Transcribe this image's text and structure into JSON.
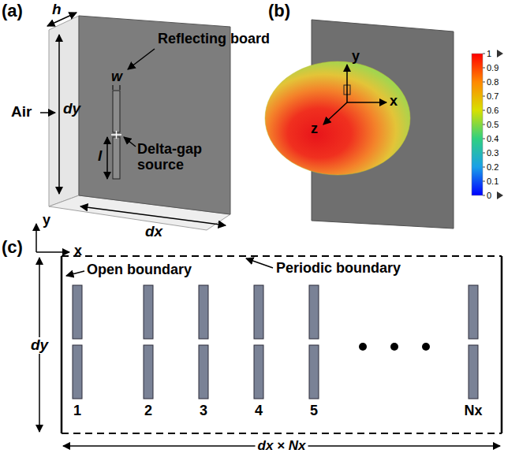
{
  "diagram": {
    "labels": [
      "(a)",
      "h",
      "Air",
      "Reflecting board",
      "dy",
      "w",
      "Delta-gap source",
      "l",
      "y",
      "x",
      "dx",
      "(b)",
      "y",
      "x",
      "z",
      "1",
      "0.9",
      "0.8",
      "0.7",
      "0.6",
      "0.5",
      "0.4",
      "0.3",
      "0.2",
      "0.1",
      "0",
      "(c)",
      "Open boundary",
      "Periodic boundary",
      "dy",
      "1",
      "2",
      "3",
      "4",
      "5",
      "Nx",
      "dx × Nx"
    ]
  }
}
